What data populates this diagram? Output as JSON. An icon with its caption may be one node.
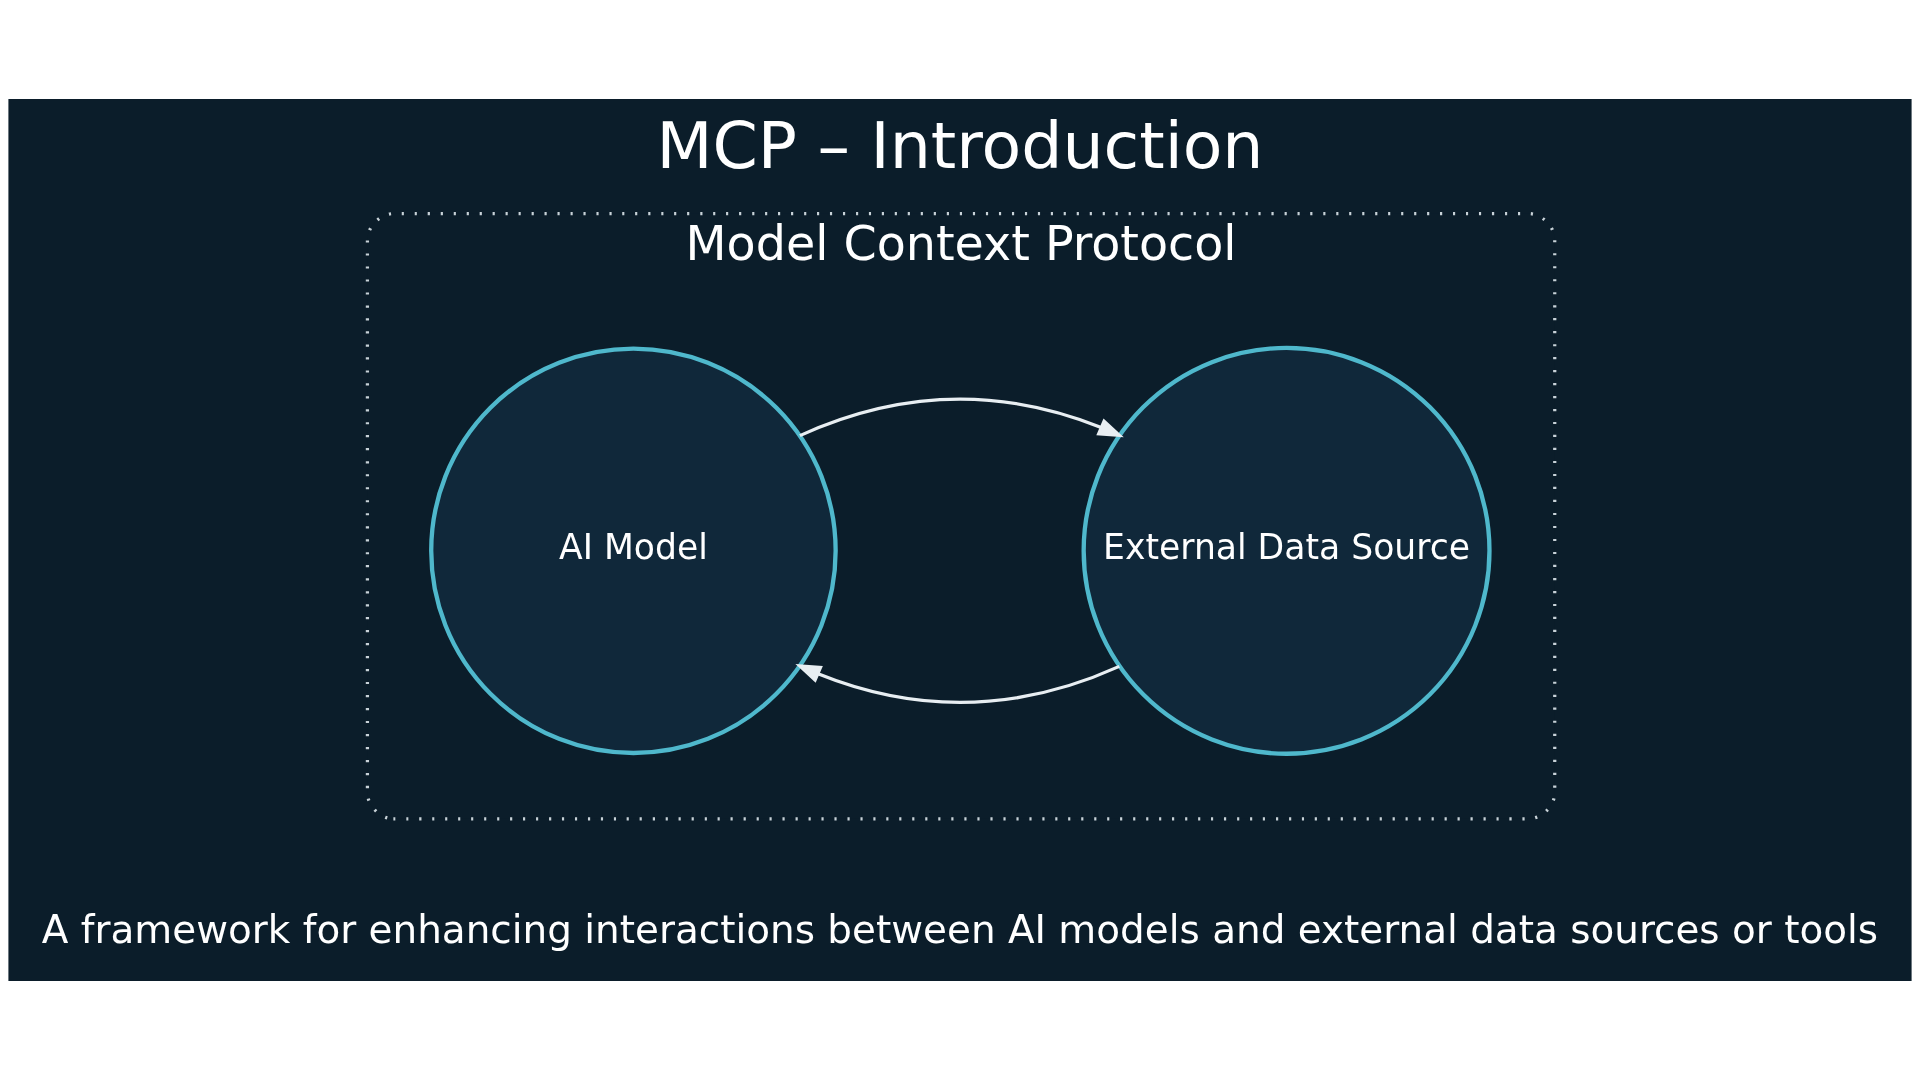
{
  "diagram": {
    "title": "MCP – Introduction",
    "caption": "A framework for enhancing interactions between AI models and external data sources or tools",
    "nodes": [
      {
        "text": [
          "Model Context Protocol"
        ]
      },
      {
        "text": [
          "AI Model"
        ],
        "in": 0
      },
      {
        "text": [
          "External Data Source"
        ],
        "in": 0
      }
    ],
    "edges": [
      {
        "from": 1,
        "to": 2,
        "arrow": "to"
      },
      {
        "from": 2,
        "to": 1,
        "arrow": "to"
      }
    ]
  }
}
